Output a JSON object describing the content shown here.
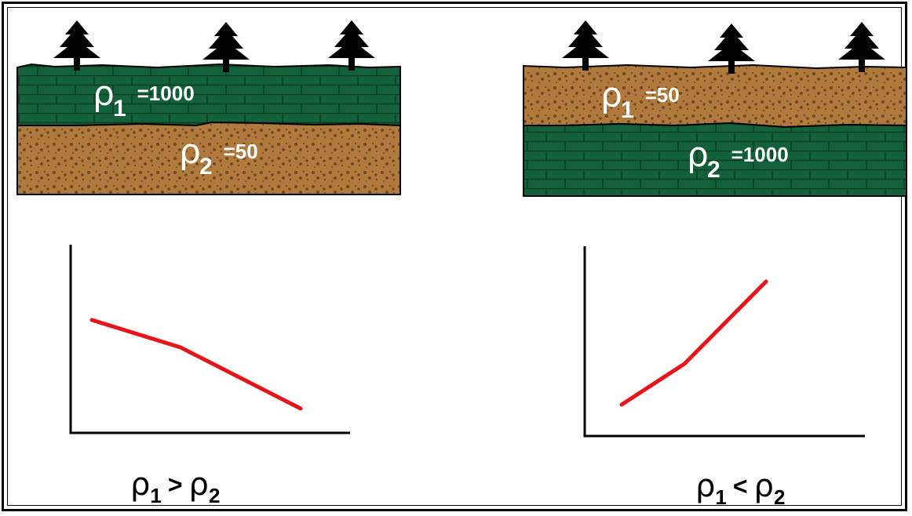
{
  "left_panel": {
    "top_layer": {
      "symbol": "ρ",
      "subscript": "1",
      "value_text": "=1000",
      "material": "green bricks"
    },
    "bottom_layer": {
      "symbol": "ρ",
      "subscript": "2",
      "value_text": "=50",
      "material": "brown sand"
    },
    "caption": {
      "left_symbol": "ρ",
      "left_sub": "1",
      "operator": ">",
      "right_symbol": "ρ",
      "right_sub": "2"
    }
  },
  "right_panel": {
    "top_layer": {
      "symbol": "ρ",
      "subscript": "1",
      "value_text": "=50",
      "material": "brown sand"
    },
    "bottom_layer": {
      "symbol": "ρ",
      "subscript": "2",
      "value_text": "=1000",
      "material": "green bricks"
    },
    "caption": {
      "left_symbol": "ρ",
      "left_sub": "1",
      "operator": "<",
      "right_symbol": "ρ",
      "right_sub": "2"
    }
  },
  "colors": {
    "brick_green": "#12613a",
    "sand_brown": "#b07a3c",
    "curve_red": "#e8141a"
  }
}
